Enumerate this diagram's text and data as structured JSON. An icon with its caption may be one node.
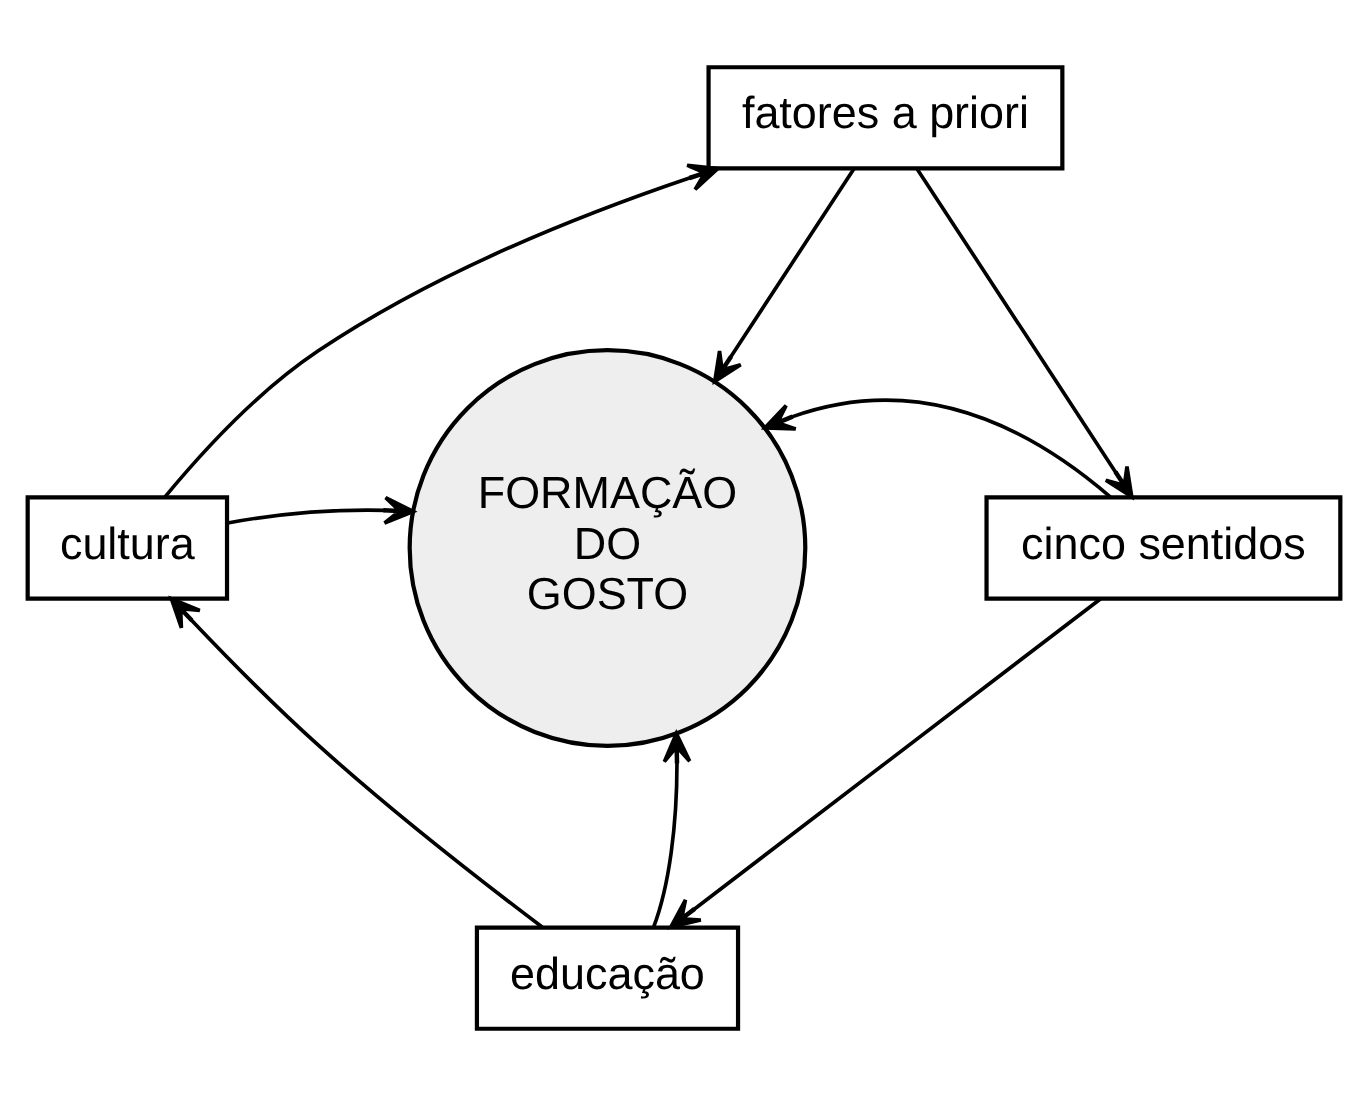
{
  "diagram": {
    "nodes": [
      {
        "text": [
          "fatores a priori"
        ]
      },
      {
        "text": [
          "cultura"
        ]
      },
      {
        "text": [
          "FORMAÇÃO DO GOSTO"
        ]
      },
      {
        "text": [
          "cinco sentidos"
        ]
      },
      {
        "text": [
          "educação"
        ]
      }
    ],
    "edges": [
      {
        "from": 0,
        "to": 2,
        "arrow": "to"
      },
      {
        "from": 1,
        "to": 2,
        "arrow": "to"
      },
      {
        "from": 3,
        "to": 2,
        "arrow": "to"
      },
      {
        "from": 4,
        "to": 2,
        "arrow": "to"
      },
      {
        "from": 0,
        "to": 3,
        "arrow": "to"
      },
      {
        "from": 3,
        "to": 4,
        "arrow": "to"
      },
      {
        "from": 4,
        "to": 1,
        "arrow": "to"
      },
      {
        "from": 1,
        "to": 0,
        "arrow": "to"
      }
    ]
  }
}
